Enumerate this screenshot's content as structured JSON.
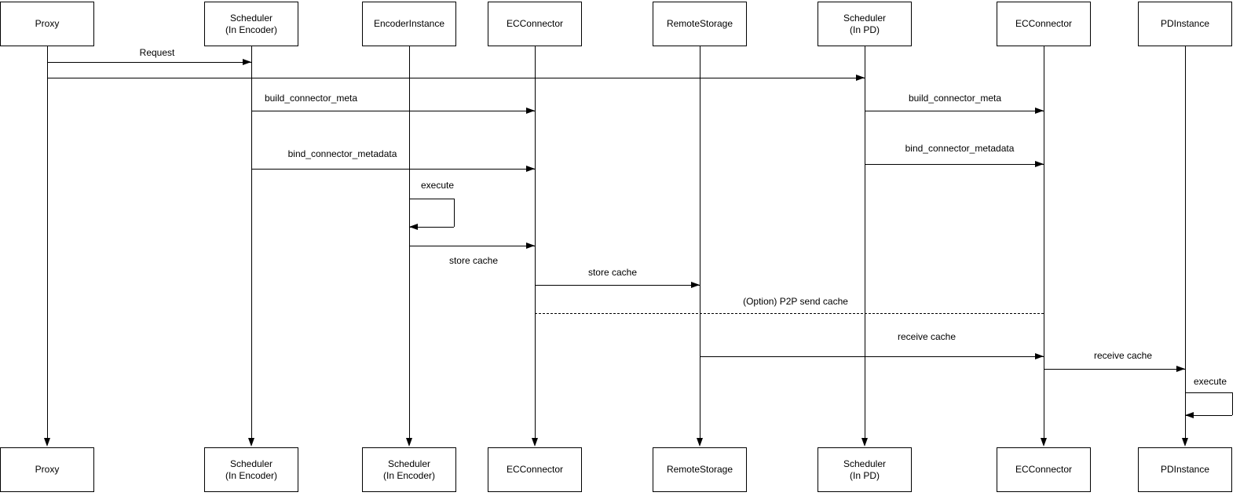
{
  "diagram": {
    "type": "sequence-diagram",
    "colors": {
      "stroke": "#000000",
      "background": "#ffffff",
      "text": "#000000"
    },
    "participants": [
      {
        "id": "proxy",
        "label": "Proxy",
        "bottom_label": "Proxy"
      },
      {
        "id": "scheduler-encoder",
        "label": "Scheduler\n(In Encoder)",
        "bottom_label": "Scheduler\n(In Encoder)"
      },
      {
        "id": "encoder-instance",
        "label": "EncoderInstance",
        "bottom_label": "Scheduler\n(In Encoder)"
      },
      {
        "id": "ec-connector-1",
        "label": "ECConnector",
        "bottom_label": "ECConnector"
      },
      {
        "id": "remote-storage",
        "label": "RemoteStorage",
        "bottom_label": "RemoteStorage"
      },
      {
        "id": "scheduler-pd",
        "label": "Scheduler\n(In PD)",
        "bottom_label": "Scheduler\n(In PD)"
      },
      {
        "id": "ec-connector-2",
        "label": "ECConnector",
        "bottom_label": "ECConnector"
      },
      {
        "id": "pd-instance",
        "label": "PDInstance",
        "bottom_label": "PDInstance"
      }
    ],
    "messages": [
      {
        "label": "Request",
        "from": "proxy",
        "to": "scheduler-encoder",
        "style": "solid",
        "arrowhead": true
      },
      {
        "label": "",
        "from": "proxy",
        "to": "scheduler-pd",
        "style": "solid",
        "arrowhead": true
      },
      {
        "label": "build_connector_meta",
        "from": "scheduler-encoder",
        "to": "ec-connector-1",
        "style": "solid",
        "arrowhead": true
      },
      {
        "label": "build_connector_meta",
        "from": "scheduler-pd",
        "to": "ec-connector-2",
        "style": "solid",
        "arrowhead": true
      },
      {
        "label": "bind_connector_metadata",
        "from": "scheduler-encoder",
        "to": "ec-connector-1",
        "style": "solid",
        "arrowhead": true
      },
      {
        "label": "bind_connector_metadata",
        "from": "scheduler-pd",
        "to": "ec-connector-2",
        "style": "solid",
        "arrowhead": true
      },
      {
        "label": "execute",
        "from": "encoder-instance",
        "to": "encoder-instance",
        "style": "self",
        "arrowhead": true
      },
      {
        "label": "store cache",
        "from": "encoder-instance",
        "to": "ec-connector-1",
        "style": "solid",
        "arrowhead": true,
        "label_position": "below"
      },
      {
        "label": "store cache",
        "from": "ec-connector-1",
        "to": "remote-storage",
        "style": "solid",
        "arrowhead": true
      },
      {
        "label": "(Option) P2P send cache",
        "from": "ec-connector-1",
        "to": "ec-connector-2",
        "style": "dashed",
        "arrowhead": false
      },
      {
        "label": "receive cache",
        "from": "remote-storage",
        "to": "ec-connector-2",
        "style": "solid",
        "arrowhead": true
      },
      {
        "label": "receive cache",
        "from": "ec-connector-2",
        "to": "pd-instance",
        "style": "solid",
        "arrowhead": true
      },
      {
        "label": "execute",
        "from": "pd-instance",
        "to": "pd-instance",
        "style": "self",
        "arrowhead": true
      }
    ]
  }
}
